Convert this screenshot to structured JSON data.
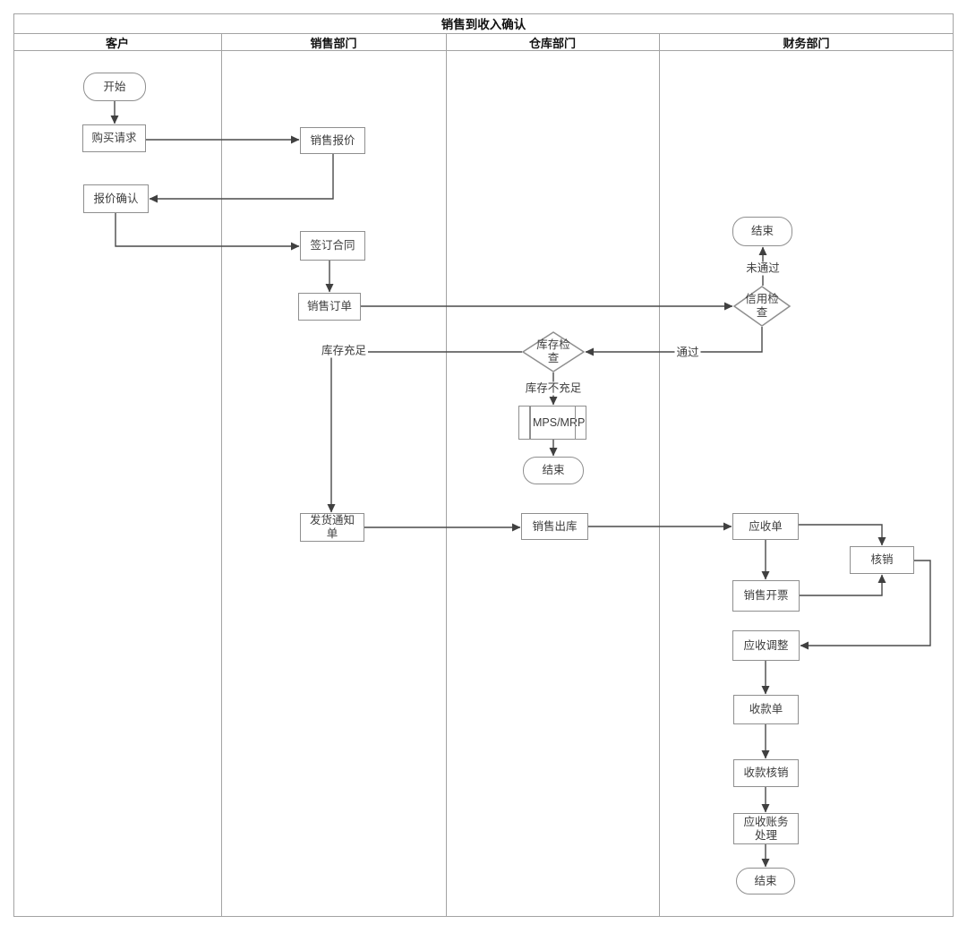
{
  "title": "销售到收入确认",
  "lanes": {
    "customer": "客户",
    "sales": "销售部门",
    "warehouse": "仓库部门",
    "finance": "财务部门"
  },
  "nodes": {
    "start_customer": "开始",
    "purchase_request": "购买请求",
    "quote_confirm": "报价确认",
    "sales_quote": "销售报价",
    "sign_contract": "签订合同",
    "sales_order": "销售订单",
    "delivery_notice": "发货通知单",
    "inventory_check": "库存检查",
    "mps_mrp": "MPS/MRP",
    "end_warehouse": "结束",
    "sales_outbound": "销售出库",
    "end_credit": "结束",
    "credit_check": "信用检查",
    "receivable": "应收单",
    "write_off": "核销",
    "sales_invoice": "销售开票",
    "receivable_adjust": "应收调整",
    "receipt": "收款单",
    "receipt_writeoff": "收款核销",
    "receivable_accounting": "应收账务处理",
    "end_finance": "结束"
  },
  "edge_labels": {
    "not_passed": "未通过",
    "passed": "通过",
    "stock_sufficient": "库存充足",
    "stock_insufficient": "库存不充足"
  },
  "colors": {
    "frame": "#a3a3a3",
    "shape_border": "#8f8f8f",
    "connector": "#4a4a4a",
    "node_text": "#3d3d3d",
    "header_text": "#111111",
    "background": "#ffffff"
  }
}
